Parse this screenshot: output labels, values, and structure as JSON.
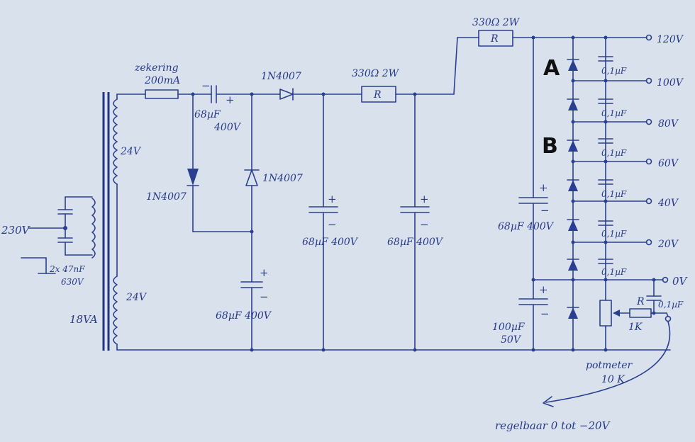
{
  "labels": {
    "mains_voltage": "230V",
    "mains_caps": "2x 47nF",
    "mains_caps_voltage": "630V",
    "transformer_power": "18VA",
    "winding_top": "24V",
    "winding_bottom": "24V",
    "fuse_name": "zekering",
    "fuse_rating": "200mA",
    "cap_series_value": "68µF",
    "cap_series_voltage": "400V",
    "diode_top": "1N4007",
    "diode_left": "1N4007",
    "diode_mid": "1N4007",
    "cap_low_label": "68µF 400V",
    "cap_filter1_label": "68µF 400V",
    "cap_filter2_label": "68µF 400V",
    "res1_label": "330Ω 2W",
    "res2_label": "330Ω 2W",
    "res_symbol": "R",
    "cap_right_label": "68µF 400V",
    "cap_bottom_value": "100µF",
    "cap_bottom_voltage": "50V",
    "section_a": "A",
    "section_b": "B",
    "zener_cap": "0,1µF",
    "outputs": [
      "120V",
      "100V",
      "80V",
      "60V",
      "40V",
      "20V",
      "0V"
    ],
    "pot_r_label": "R",
    "pot_r_value": "1K",
    "pot_cap_label": "0,1µF",
    "pot_name": "potmeter",
    "pot_value": "10 K",
    "adjustable": "regelbaar 0 tot −20V",
    "plus": "+",
    "minus": "−"
  }
}
